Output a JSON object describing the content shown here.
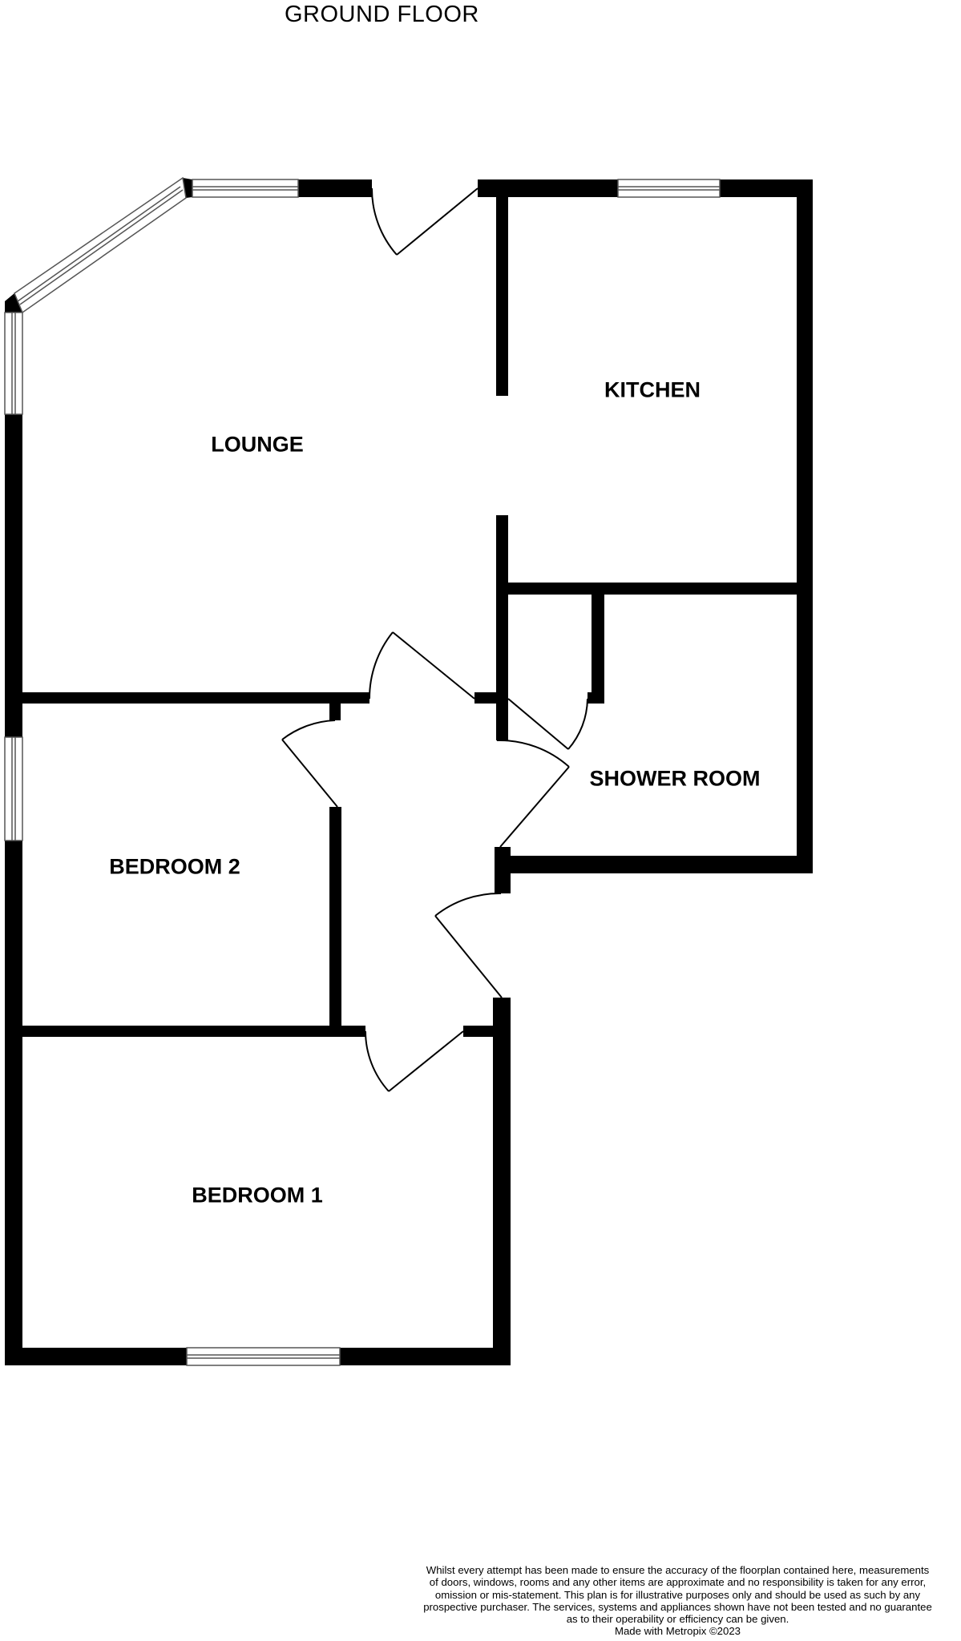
{
  "title": "GROUND FLOOR",
  "rooms": {
    "lounge": "LOUNGE",
    "kitchen": "KITCHEN",
    "shower_room": "SHOWER ROOM",
    "bedroom_2": "BEDROOM 2",
    "bedroom_1": "BEDROOM 1"
  },
  "disclaimer": {
    "line1": "Whilst every attempt has been made to ensure the accuracy of the floorplan contained here, measurements",
    "line2": "of doors, windows, rooms and any other items are approximate and no responsibility is taken for any error,",
    "line3": "omission or mis-statement. This plan is for illustrative purposes only and should be used as such by any",
    "line4": "prospective purchaser. The services, systems and appliances shown have not been tested and no guarantee",
    "line5": "as to their operability or efficiency can be given.",
    "line6": "Made with Metropix ©2023"
  },
  "colors": {
    "wall": "#000000",
    "window_glass": "#ffffff",
    "window_frame": "#7a7a7a"
  }
}
